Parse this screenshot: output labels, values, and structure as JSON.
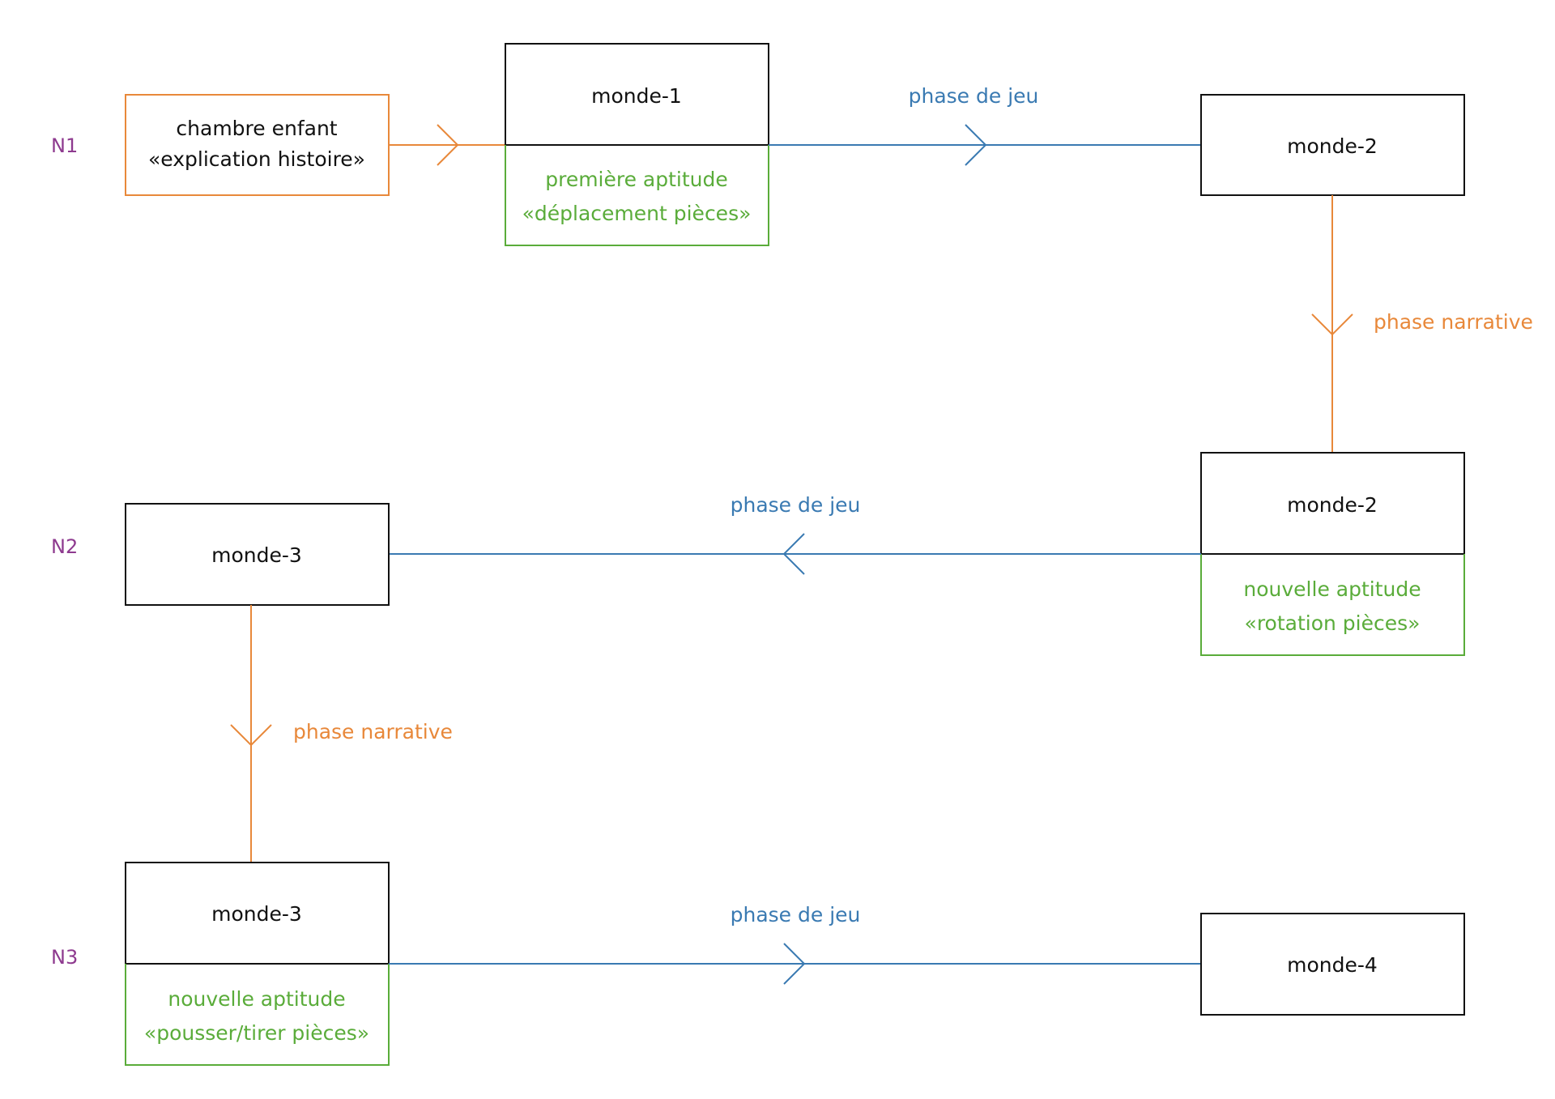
{
  "colors": {
    "game": "#3a7ab2",
    "narrative": "#e8883a",
    "aptitude": "#5aac3a",
    "level": "#8e3a8f",
    "box": "#111111"
  },
  "levels": {
    "n1": "N1",
    "n2": "N2",
    "n3": "N3"
  },
  "start": {
    "line1": "chambre enfant",
    "line2": "«explication histoire»"
  },
  "nodes": {
    "monde1": "monde-1",
    "monde2a": "monde-2",
    "monde2b": "monde-2",
    "monde3a": "monde-3",
    "monde3b": "monde-3",
    "monde4": "monde-4"
  },
  "aptitudes": {
    "first": {
      "line1": "première aptitude",
      "line2": "«déplacement pièces»"
    },
    "rotation": {
      "line1": "nouvelle aptitude",
      "line2": "«rotation pièces»"
    },
    "push": {
      "line1": "nouvelle aptitude",
      "line2": "«pousser/tirer pièces»"
    }
  },
  "phases": {
    "game1": "phase de jeu",
    "narrative1": "phase narrative",
    "game2": "phase de jeu",
    "narrative2": "phase narrative",
    "game3": "phase de jeu"
  }
}
